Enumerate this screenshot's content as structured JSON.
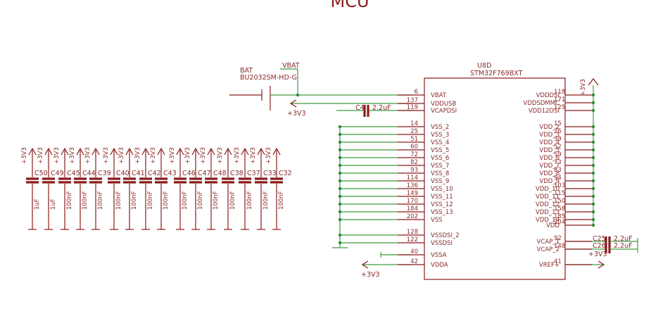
{
  "sheet_title": "MCU",
  "ic": {
    "ref": "U8D",
    "part": "STM32F769BXT",
    "left_pins": [
      {
        "num": "6",
        "name": "VBAT"
      },
      {
        "num": "137",
        "name": "VDDUSB"
      },
      {
        "num": "119",
        "name": "VCAPDSI"
      },
      {
        "num": "14",
        "name": "VSS_2"
      },
      {
        "num": "25",
        "name": "VSS_3"
      },
      {
        "num": "51",
        "name": "VSS_4"
      },
      {
        "num": "60",
        "name": "VSS_5"
      },
      {
        "num": "72",
        "name": "VSS_6"
      },
      {
        "num": "82",
        "name": "VSS_7"
      },
      {
        "num": "93",
        "name": "VSS_8"
      },
      {
        "num": "114",
        "name": "VSS_9"
      },
      {
        "num": "136",
        "name": "VSS_10"
      },
      {
        "num": "149",
        "name": "VSS_11"
      },
      {
        "num": "170",
        "name": "VSS_12"
      },
      {
        "num": "184",
        "name": "VSS_13"
      },
      {
        "num": "202",
        "name": "VSS"
      },
      {
        "num": "128",
        "name": "VSSDSI_2"
      },
      {
        "num": "122",
        "name": "VSSDSI"
      },
      {
        "num": "40",
        "name": "VSSA"
      },
      {
        "num": "42",
        "name": "VDDA"
      }
    ],
    "right_pins": [
      {
        "num": "118",
        "name": "VDDDSI"
      },
      {
        "num": "171",
        "name": "VDDSDMMC"
      },
      {
        "num": "125",
        "name": "VDD12DSI"
      },
      {
        "num": "15",
        "name": "VDD_2"
      },
      {
        "num": "26",
        "name": "VDD_3"
      },
      {
        "num": "39",
        "name": "VDD_4"
      },
      {
        "num": "52",
        "name": "VDD_5"
      },
      {
        "num": "59",
        "name": "VDD_6"
      },
      {
        "num": "73",
        "name": "VDD_7"
      },
      {
        "num": "83",
        "name": "VDD_8"
      },
      {
        "num": "94",
        "name": "VDD_9"
      },
      {
        "num": "103",
        "name": "VDD_10"
      },
      {
        "num": "115",
        "name": "VDD_11"
      },
      {
        "num": "150",
        "name": "VDD_12"
      },
      {
        "num": "158",
        "name": "VDD_13"
      },
      {
        "num": "185",
        "name": "VDD_14"
      },
      {
        "num": "204",
        "name": "VDD"
      },
      {
        "num": "92",
        "name": "VCAP_1"
      },
      {
        "num": "148",
        "name": "VCAP_2"
      },
      {
        "num": "41",
        "name": "VREF+"
      }
    ]
  },
  "battery": {
    "label": "BAT",
    "part": "BU2032SM-HD-G",
    "net": "VBAT"
  },
  "power_net": "+3V3",
  "capacitors": [
    {
      "ref": "C50",
      "value": "1uF"
    },
    {
      "ref": "C49",
      "value": "1uF"
    },
    {
      "ref": "C45",
      "value": "100nF"
    },
    {
      "ref": "C44",
      "value": "100nF"
    },
    {
      "ref": "C39",
      "value": "100nF"
    },
    {
      "ref": "C40",
      "value": "100nF"
    },
    {
      "ref": "C41",
      "value": "100nF"
    },
    {
      "ref": "C42",
      "value": "100nF"
    },
    {
      "ref": "C43",
      "value": "100nF"
    },
    {
      "ref": "C46",
      "value": "100nF"
    },
    {
      "ref": "C47",
      "value": "100nF"
    },
    {
      "ref": "C48",
      "value": "100nF"
    },
    {
      "ref": "C38",
      "value": "100nF"
    },
    {
      "ref": "C37",
      "value": "100nF"
    },
    {
      "ref": "C33",
      "value": "100nF"
    },
    {
      "ref": "C32",
      "value": "100nF"
    }
  ],
  "c_dsi": {
    "ref": "C4",
    "value": "2.2uF"
  },
  "vcap_caps": [
    {
      "ref": "C25",
      "value": "2.2uF"
    },
    {
      "ref": "C26",
      "value": "2.2uF"
    }
  ]
}
